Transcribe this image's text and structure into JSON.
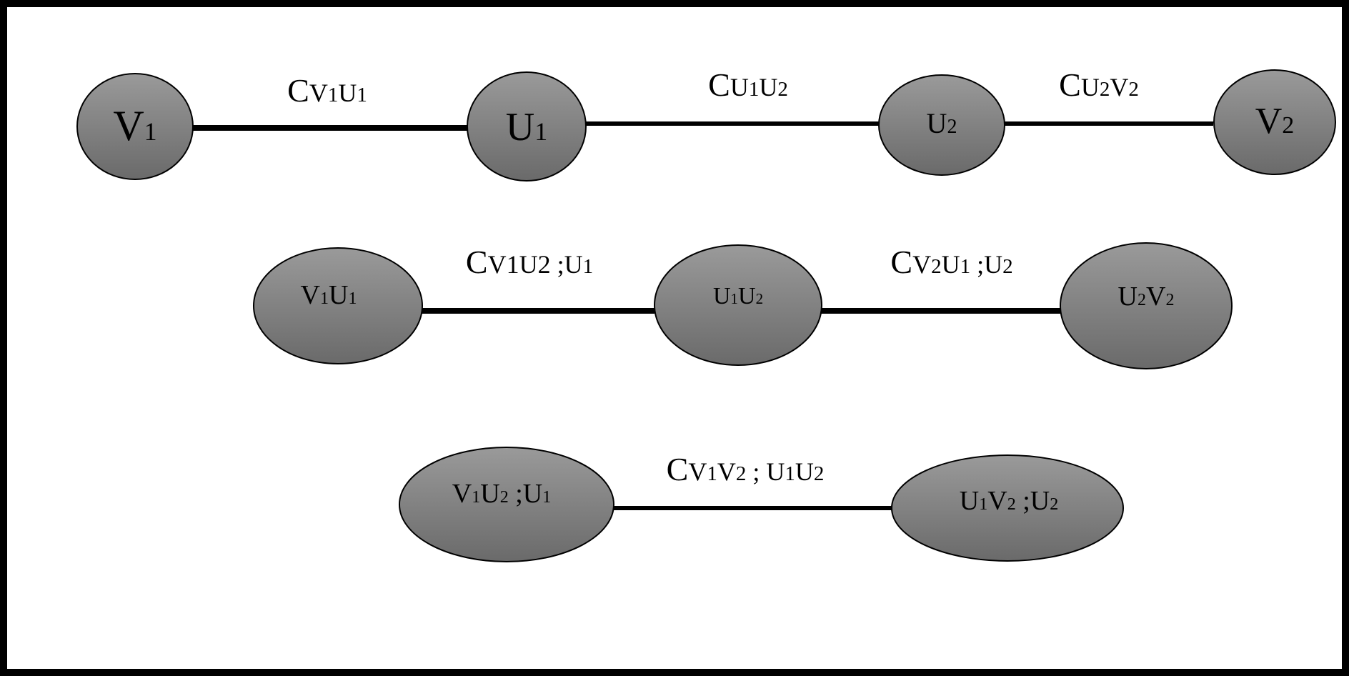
{
  "colors": {
    "node_fill_top": "#9a9a9a",
    "node_fill_bottom": "#6a6a6a",
    "edge": "#000000",
    "frame": "#000000",
    "background": "#ffffff"
  },
  "rows": [
    {
      "nodes": [
        {
          "id": "v1",
          "base": "V",
          "sub": "1",
          "rest": ""
        },
        {
          "id": "u1",
          "base": "U",
          "sub": "1",
          "rest": ""
        },
        {
          "id": "u2",
          "base": "U",
          "sub": "2",
          "rest": ""
        },
        {
          "id": "v2",
          "base": "V",
          "sub": "2",
          "rest": ""
        }
      ],
      "edges": [
        {
          "from": "v1",
          "to": "u1",
          "label_parts": [
            [
              "C",
              ""
            ],
            [
              "V",
              ""
            ],
            [
              "1",
              "sub"
            ],
            [
              "U",
              ""
            ],
            [
              "1",
              "sub"
            ]
          ]
        },
        {
          "from": "u1",
          "to": "u2",
          "label_parts": [
            [
              "C",
              ""
            ],
            [
              "U",
              ""
            ],
            [
              "1",
              "sub"
            ],
            [
              "U",
              ""
            ],
            [
              "2",
              "sub"
            ]
          ]
        },
        {
          "from": "u2",
          "to": "v2",
          "label_parts": [
            [
              "C",
              ""
            ],
            [
              "U",
              ""
            ],
            [
              "2",
              "sub"
            ],
            [
              "V",
              ""
            ],
            [
              "2",
              "sub"
            ]
          ]
        }
      ]
    },
    {
      "nodes": [
        {
          "id": "v1u1",
          "label_parts": [
            [
              "V",
              ""
            ],
            [
              "1",
              "sub"
            ],
            [
              "U",
              ""
            ],
            [
              "1",
              "sub"
            ]
          ]
        },
        {
          "id": "u1u2",
          "label_parts": [
            [
              "U",
              ""
            ],
            [
              "1",
              "sub"
            ],
            [
              "U",
              ""
            ],
            [
              "2",
              "sub"
            ]
          ]
        },
        {
          "id": "u2v2",
          "label_parts": [
            [
              "U",
              ""
            ],
            [
              "2",
              "sub"
            ],
            [
              "V",
              ""
            ],
            [
              "2",
              "sub"
            ]
          ]
        }
      ],
      "edges": [
        {
          "from": "v1u1",
          "to": "u1u2",
          "label_parts": [
            [
              "C",
              ""
            ],
            [
              "V1U2 ;U",
              ""
            ],
            [
              "1",
              "sub"
            ]
          ]
        },
        {
          "from": "u1u2",
          "to": "u2v2",
          "label_parts": [
            [
              "C",
              ""
            ],
            [
              "V",
              ""
            ],
            [
              "2",
              "sub"
            ],
            [
              "U",
              ""
            ],
            [
              "1",
              "sub"
            ],
            [
              " ;U",
              ""
            ],
            [
              "2",
              "sub"
            ]
          ]
        }
      ]
    },
    {
      "nodes": [
        {
          "id": "v1u2_u1",
          "label_parts": [
            [
              "V",
              ""
            ],
            [
              "1",
              "sub"
            ],
            [
              "U",
              ""
            ],
            [
              "2",
              "sub"
            ],
            [
              " ;U",
              ""
            ],
            [
              "1",
              "sub"
            ]
          ]
        },
        {
          "id": "u1v2_u2",
          "label_parts": [
            [
              "U",
              ""
            ],
            [
              "1",
              "sub"
            ],
            [
              "V",
              ""
            ],
            [
              "2",
              "sub"
            ],
            [
              " ;U",
              ""
            ],
            [
              "2",
              "sub"
            ]
          ]
        }
      ],
      "edges": [
        {
          "from": "v1u2_u1",
          "to": "u1v2_u2",
          "label_parts": [
            [
              "C",
              ""
            ],
            [
              "V",
              ""
            ],
            [
              "1",
              "sub"
            ],
            [
              "V",
              ""
            ],
            [
              "2",
              "sub"
            ],
            [
              " ; U",
              ""
            ],
            [
              "1",
              "sub"
            ],
            [
              "U",
              ""
            ],
            [
              "2",
              "sub"
            ]
          ]
        }
      ]
    }
  ]
}
